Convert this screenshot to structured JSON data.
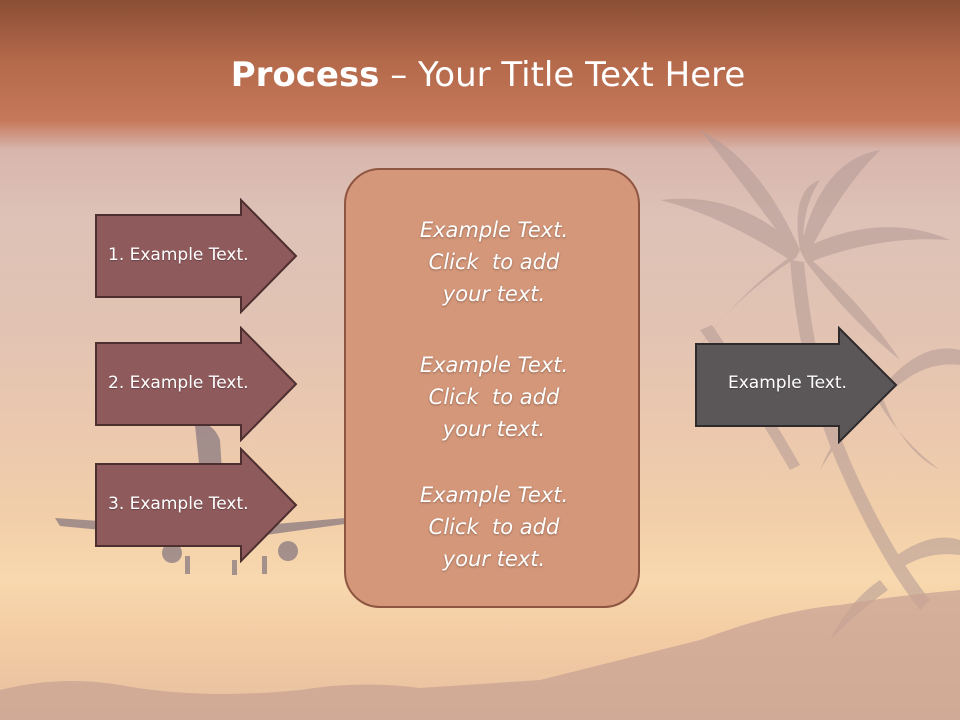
{
  "title": {
    "bold": "Process",
    "rest": " – Your Title Text Here"
  },
  "left_arrows": [
    {
      "label": "1. Example Text."
    },
    {
      "label": "2. Example Text."
    },
    {
      "label": "3. Example Text."
    }
  ],
  "center_box": {
    "blocks": [
      {
        "line1": "Example Text.",
        "line2": "Click  to add",
        "line3": "your text."
      },
      {
        "line1": "Example Text.",
        "line2": "Click  to add",
        "line3": "your text."
      },
      {
        "line1": "Example Text.",
        "line2": "Click  to add",
        "line3": "your text."
      }
    ]
  },
  "right_arrow": {
    "label": "Example Text."
  },
  "colors": {
    "header": "#b3694a",
    "left_arrow_fill": "#8e5a5c",
    "center_box_fill": "#d4977a",
    "right_arrow_fill": "#5b5657"
  }
}
